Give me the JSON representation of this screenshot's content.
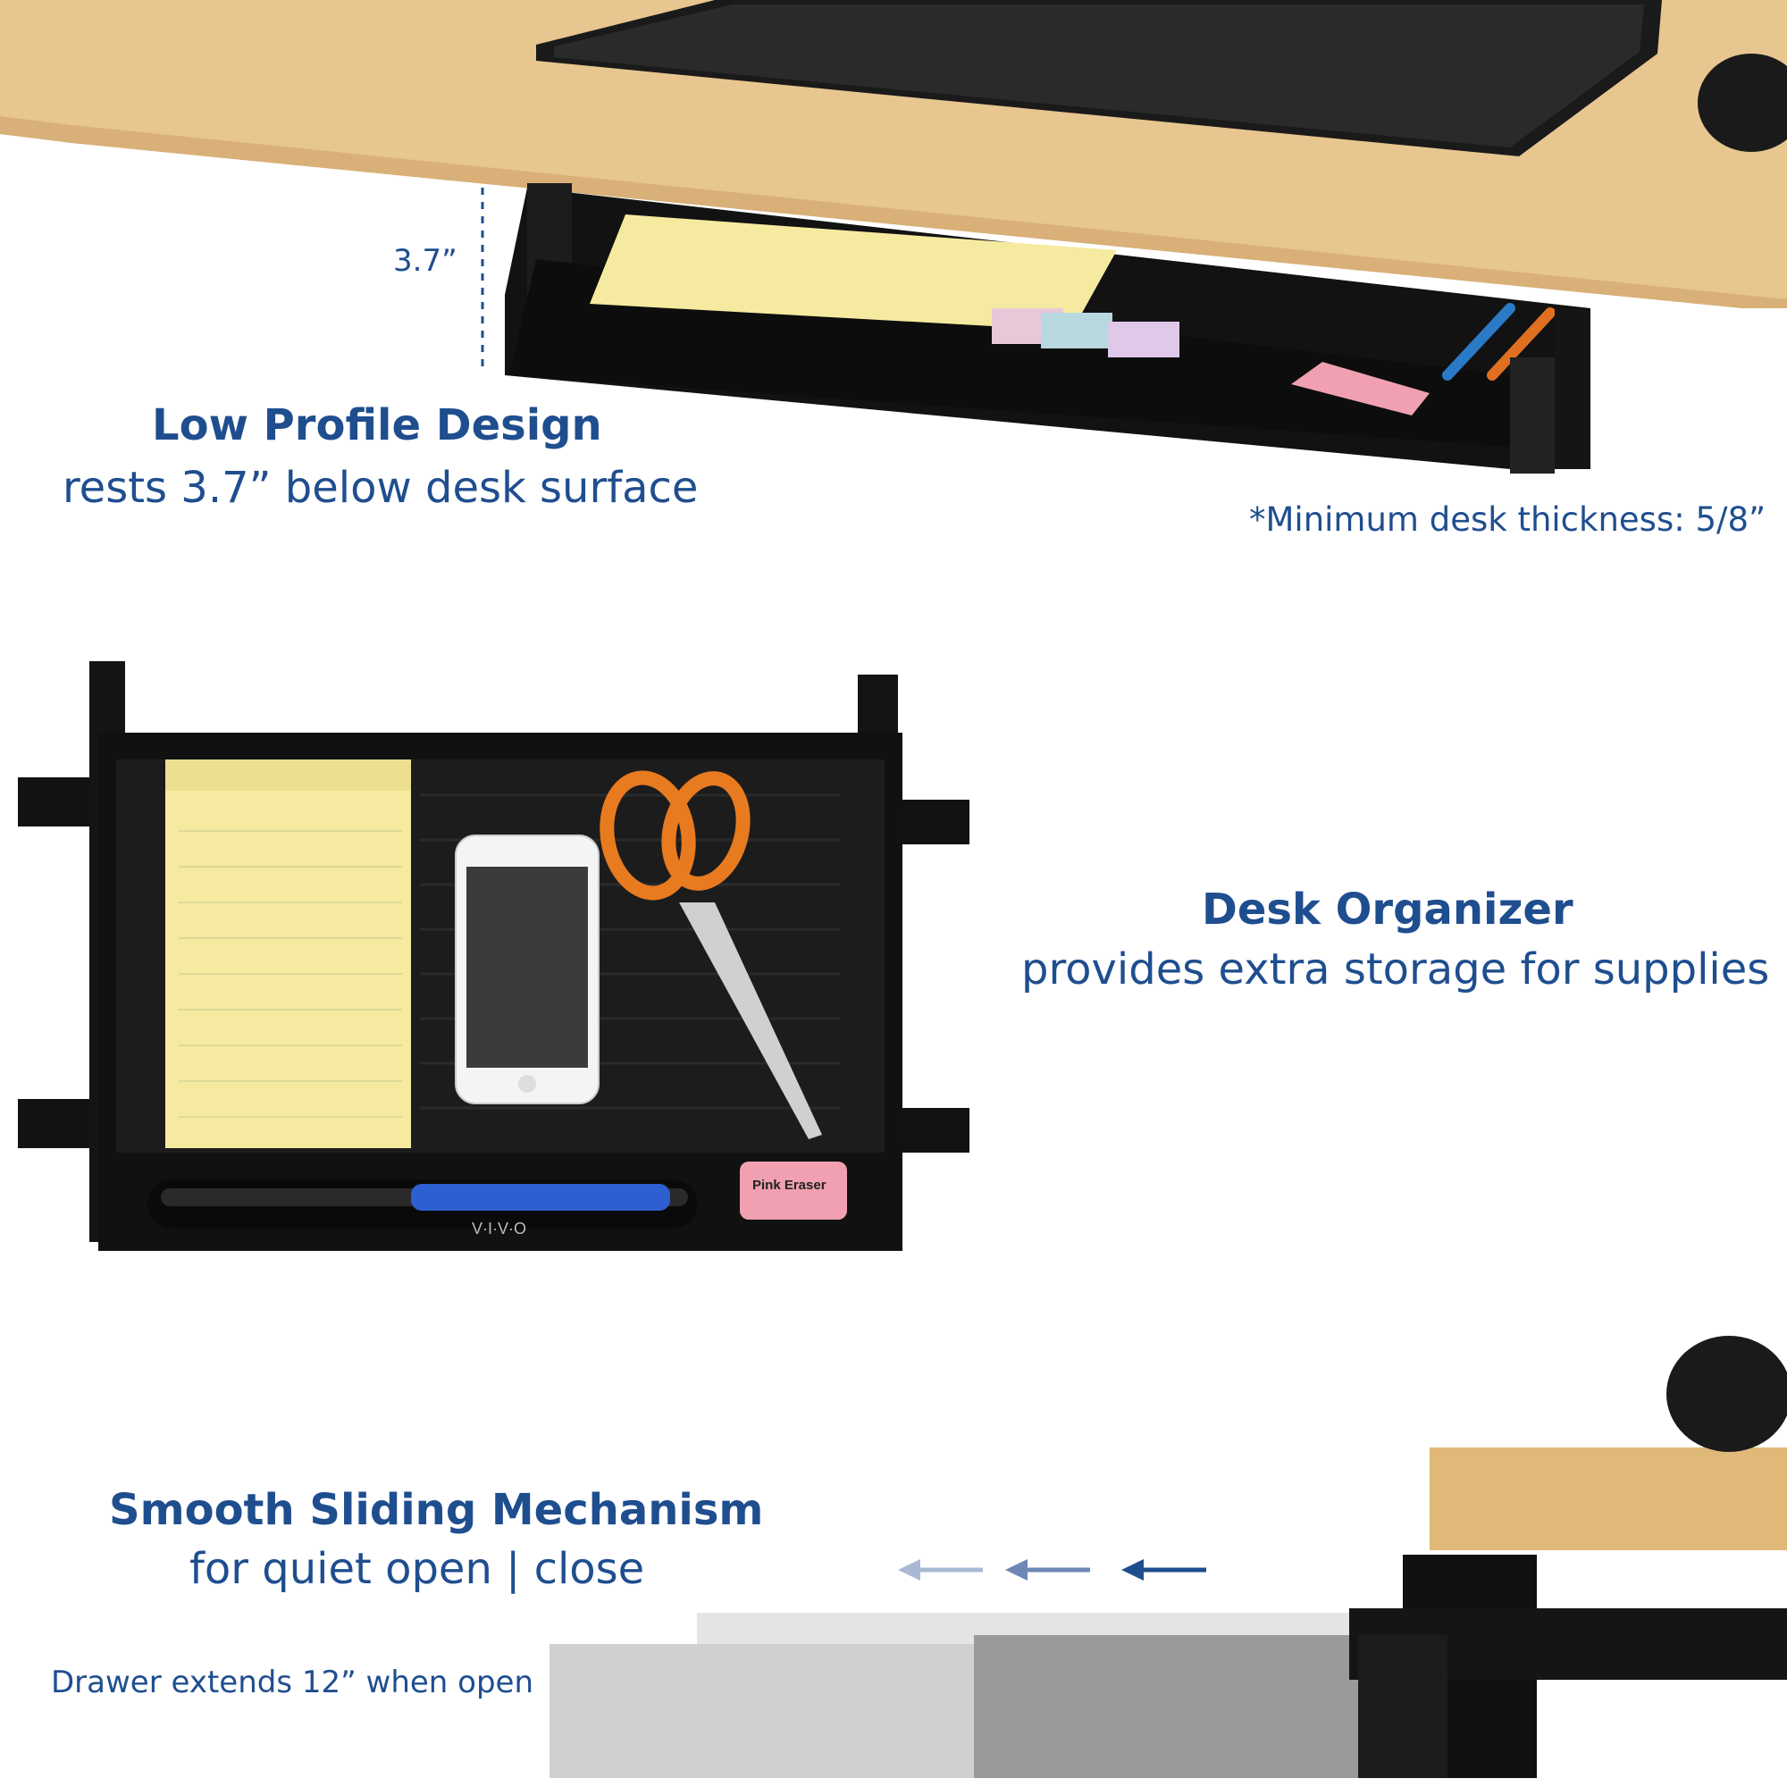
{
  "section1": {
    "title": "Low Profile Design",
    "subtitle": "rests 3.7” below desk surface",
    "dimension": "3.7”",
    "note": "*Minimum desk thickness: 5/8”"
  },
  "section2": {
    "title": "Desk Organizer",
    "subtitle": "provides extra storage for supplies",
    "eraser_label": "Pink Eraser",
    "brand": "V·I·V·O"
  },
  "section3": {
    "title": "Smooth Sliding Mechanism",
    "subtitle": "for quiet open | close",
    "note": "Drawer extends 12” when open"
  },
  "colors": {
    "accent": "#1f4e8f",
    "wood": "#e8c690",
    "drawer": "#111111",
    "legal_pad": "#f5eaa0",
    "eraser": "#f0a0b0"
  }
}
